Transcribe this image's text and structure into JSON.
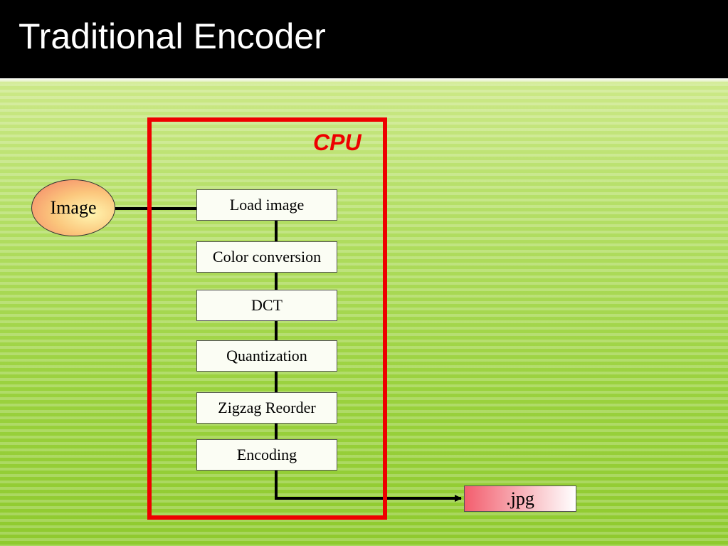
{
  "slide": {
    "title": "Traditional Encoder"
  },
  "diagram": {
    "input_label": "Image",
    "container_label": "CPU",
    "steps": [
      "Load image",
      "Color conversion",
      "DCT",
      "Quantization",
      "Zigzag Reorder",
      "Encoding"
    ],
    "output_label": ".jpg"
  },
  "colors": {
    "container_border": "#ee0000",
    "container_label": "#ee0000",
    "title_bar": "#000000",
    "connector": "#000000"
  }
}
